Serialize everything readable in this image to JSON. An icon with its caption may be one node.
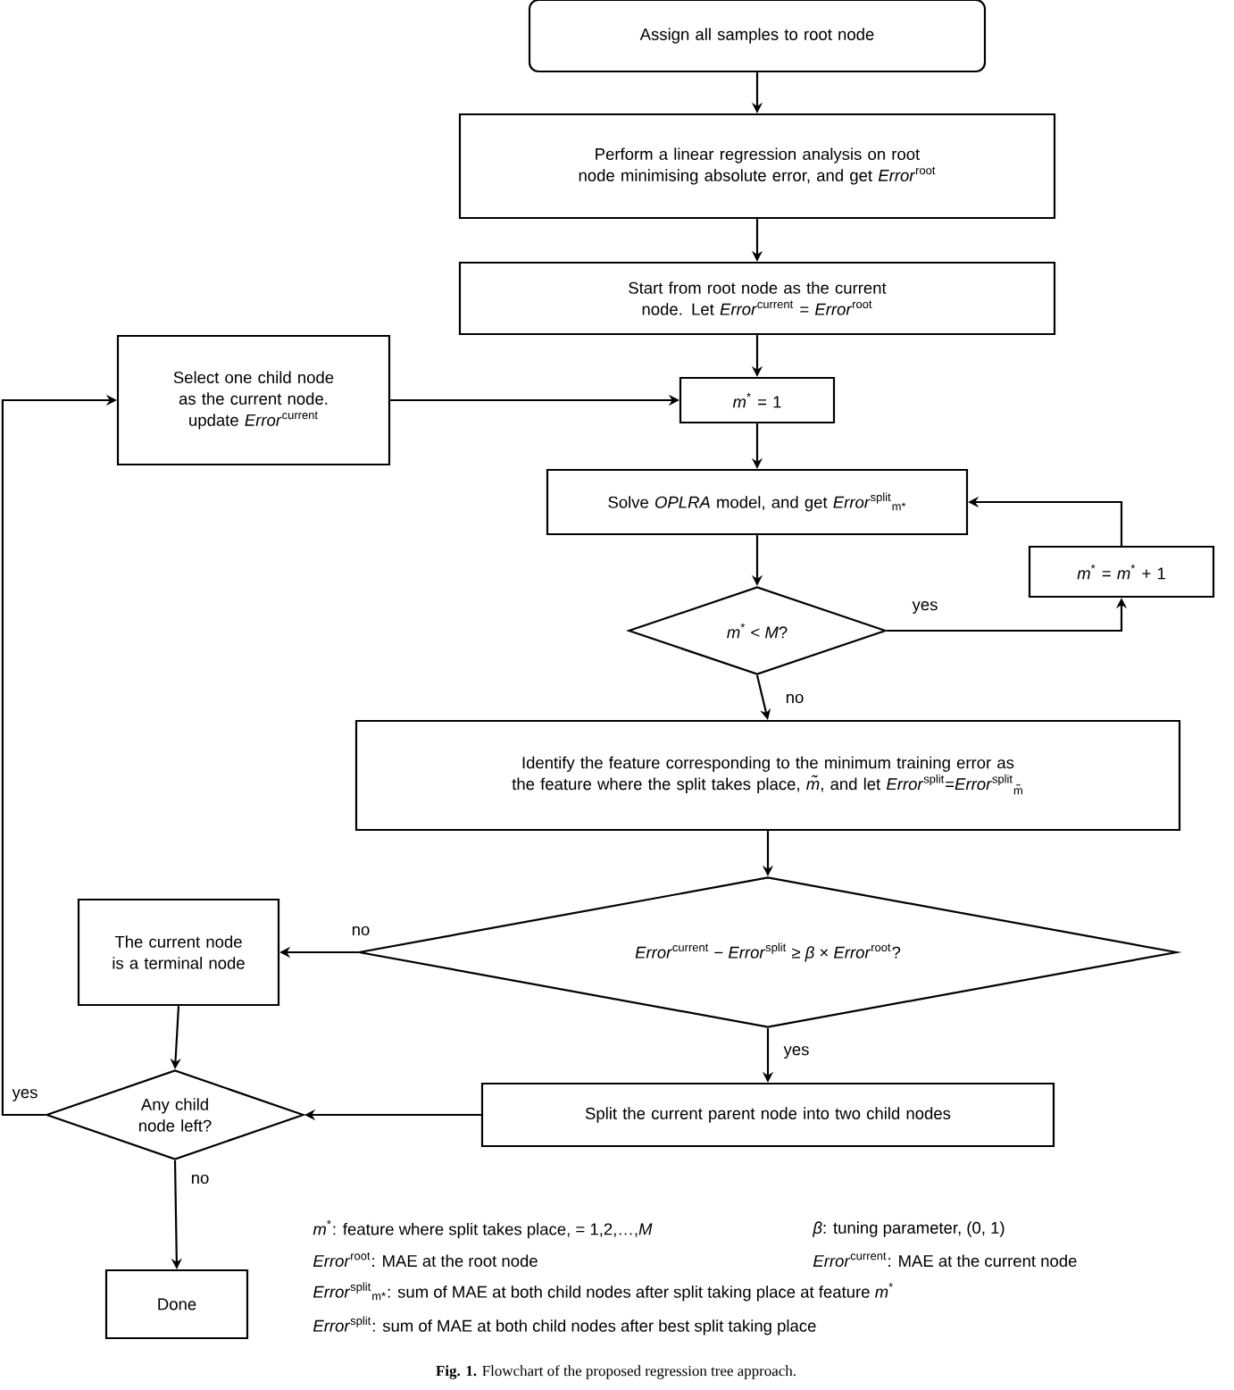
{
  "diagram": {
    "caption": "**Fig. 1.** Flowchart of the proposed regression tree approach.",
    "nodes": [
      {
        "text": [
          "Assign all samples to root node"
        ]
      },
      {
        "text": [
          "Perform a linear regression analysis on root node minimising absolute error, and get *Error*$^{root}$"
        ]
      },
      {
        "text": [
          "Start from root node as the current node. Let *Error*$^{current}$ = *Error*$^{root}$"
        ]
      },
      {
        "text": [
          "Select one child node as the current node. update *Error*$^{current}$"
        ]
      },
      {
        "text": [
          "*m*$^{*}$ = 1"
        ]
      },
      {
        "text": [
          "Solve *OPLRA* model, and get *Error*$^{split}$$_{m*}$"
        ]
      },
      {
        "text": [
          "*m*$^{*}$ = *m*$^{*}$ + 1"
        ]
      },
      {
        "text": [
          "*m*$^{*}$ < *M*?"
        ]
      },
      {
        "text": [
          "Identify the feature corresponding to the minimum training error as the feature where the split takes place, *m̃*, and let *Error*$^{split}$=*Error*$^{split}$$_{m̃}$"
        ]
      },
      {
        "text": [
          "*Error*$^{current}$ − *Error*$^{split}$ ≥ *β* × *Error*$^{root}$?"
        ]
      },
      {
        "text": [
          "The current node is a terminal node"
        ]
      },
      {
        "text": [
          "Any child node left?"
        ]
      },
      {
        "text": [
          "Split the current parent node into two child nodes"
        ]
      },
      {
        "text": [
          "Done"
        ]
      }
    ],
    "edges": [
      {
        "from": 0,
        "to": 1,
        "arrow": "to"
      },
      {
        "from": 1,
        "to": 2,
        "arrow": "to"
      },
      {
        "from": 2,
        "to": 4,
        "arrow": "to"
      },
      {
        "from": 3,
        "to": 4,
        "arrow": "to"
      },
      {
        "from": 4,
        "to": 5,
        "arrow": "to"
      },
      {
        "from": 5,
        "to": 7,
        "arrow": "to"
      },
      {
        "from": 7,
        "to": 6,
        "arrow": "to",
        "label": "yes"
      },
      {
        "from": 6,
        "to": 5,
        "arrow": "to"
      },
      {
        "from": 7,
        "to": 8,
        "arrow": "to",
        "label": "no"
      },
      {
        "from": 8,
        "to": 9,
        "arrow": "to"
      },
      {
        "from": 9,
        "to": 10,
        "arrow": "to",
        "label": "no"
      },
      {
        "from": 9,
        "to": 12,
        "arrow": "to",
        "label": "yes"
      },
      {
        "from": 10,
        "to": 11,
        "arrow": "to"
      },
      {
        "from": 12,
        "to": 11,
        "arrow": "to"
      },
      {
        "from": 11,
        "to": 3,
        "arrow": "to",
        "label": "yes"
      },
      {
        "from": 11,
        "to": 13,
        "arrow": "to",
        "label": "no"
      }
    ],
    "labels": [
      "*m*$^{*}$: feature where split takes place, = 1,2,…,*M*",
      "*β*: tuning parameter, (0, 1)",
      "*Error*$^{root}$: MAE at the root node",
      "*Error*$^{current}$: MAE at the current node",
      "*Error*$^{split}$$_{m*}$: sum of MAE at both child nodes  after split taking place at feature *m*$^{*}$",
      "*Error*$^{split}$: sum of MAE at both child nodes  after best split taking place"
    ]
  }
}
